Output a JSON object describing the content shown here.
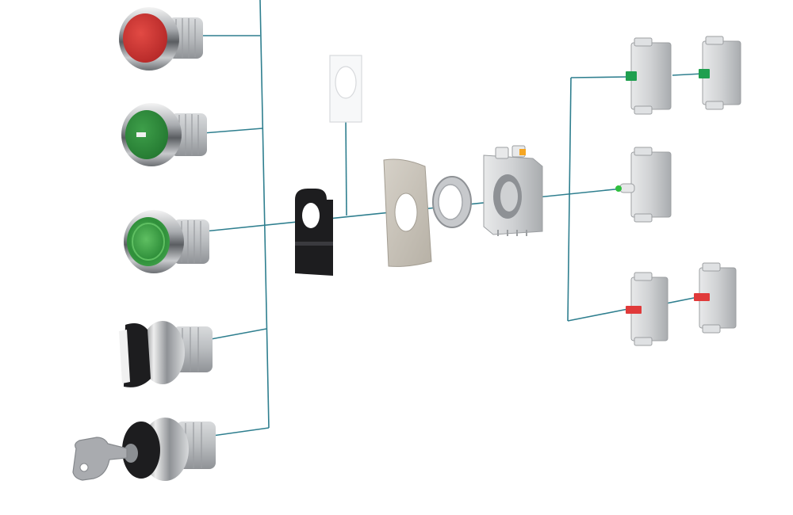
{
  "colors": {
    "background": "#ffffff",
    "connector_line": "#2f7f8f",
    "chrome_light": "#f2f2f2",
    "chrome_mid": "#b9bcc0",
    "chrome_dark": "#55585c",
    "housing_grey": "#c9cbcd",
    "housing_dark": "#8d9094",
    "button_red": "#cf2f2f",
    "button_green": "#2f8f3f",
    "lens_green": "#3f9f4f",
    "legend_holder_black": "#1d1d1f",
    "legend_plate_white": "#f7f8f9",
    "gasket_beige": "#c9c4ba",
    "contact_green": "#1f9f4f",
    "contact_red": "#e03a3a",
    "lamp_green": "#2fbf3f",
    "key_grey": "#a9abaf"
  },
  "components": {
    "operators": [
      {
        "name": "red-flush-pushbutton",
        "cap_color": "button_red",
        "symbol": ""
      },
      {
        "name": "green-flush-pushbutton",
        "cap_color": "button_green",
        "symbol": "I"
      },
      {
        "name": "green-illuminated-pushbutton",
        "cap_color": "lens_green",
        "symbol": ""
      },
      {
        "name": "selector-switch",
        "cap_color": "legend_holder_black",
        "symbol": ""
      },
      {
        "name": "key-selector-switch",
        "cap_color": "legend_holder_black",
        "symbol": ""
      }
    ],
    "assembly": [
      {
        "name": "legend-holder"
      },
      {
        "name": "legend-plate"
      },
      {
        "name": "anti-rotation-washer"
      },
      {
        "name": "mounting-nut"
      },
      {
        "name": "mounting-adapter"
      }
    ],
    "contact_blocks": [
      {
        "name": "no-contact-block-1",
        "actuator_color": "contact_green"
      },
      {
        "name": "no-contact-block-2",
        "actuator_color": "contact_green"
      },
      {
        "name": "led-lamp-block",
        "actuator_color": "lamp_green"
      },
      {
        "name": "nc-contact-block-1",
        "actuator_color": "contact_red"
      },
      {
        "name": "nc-contact-block-2",
        "actuator_color": "contact_red"
      }
    ]
  }
}
